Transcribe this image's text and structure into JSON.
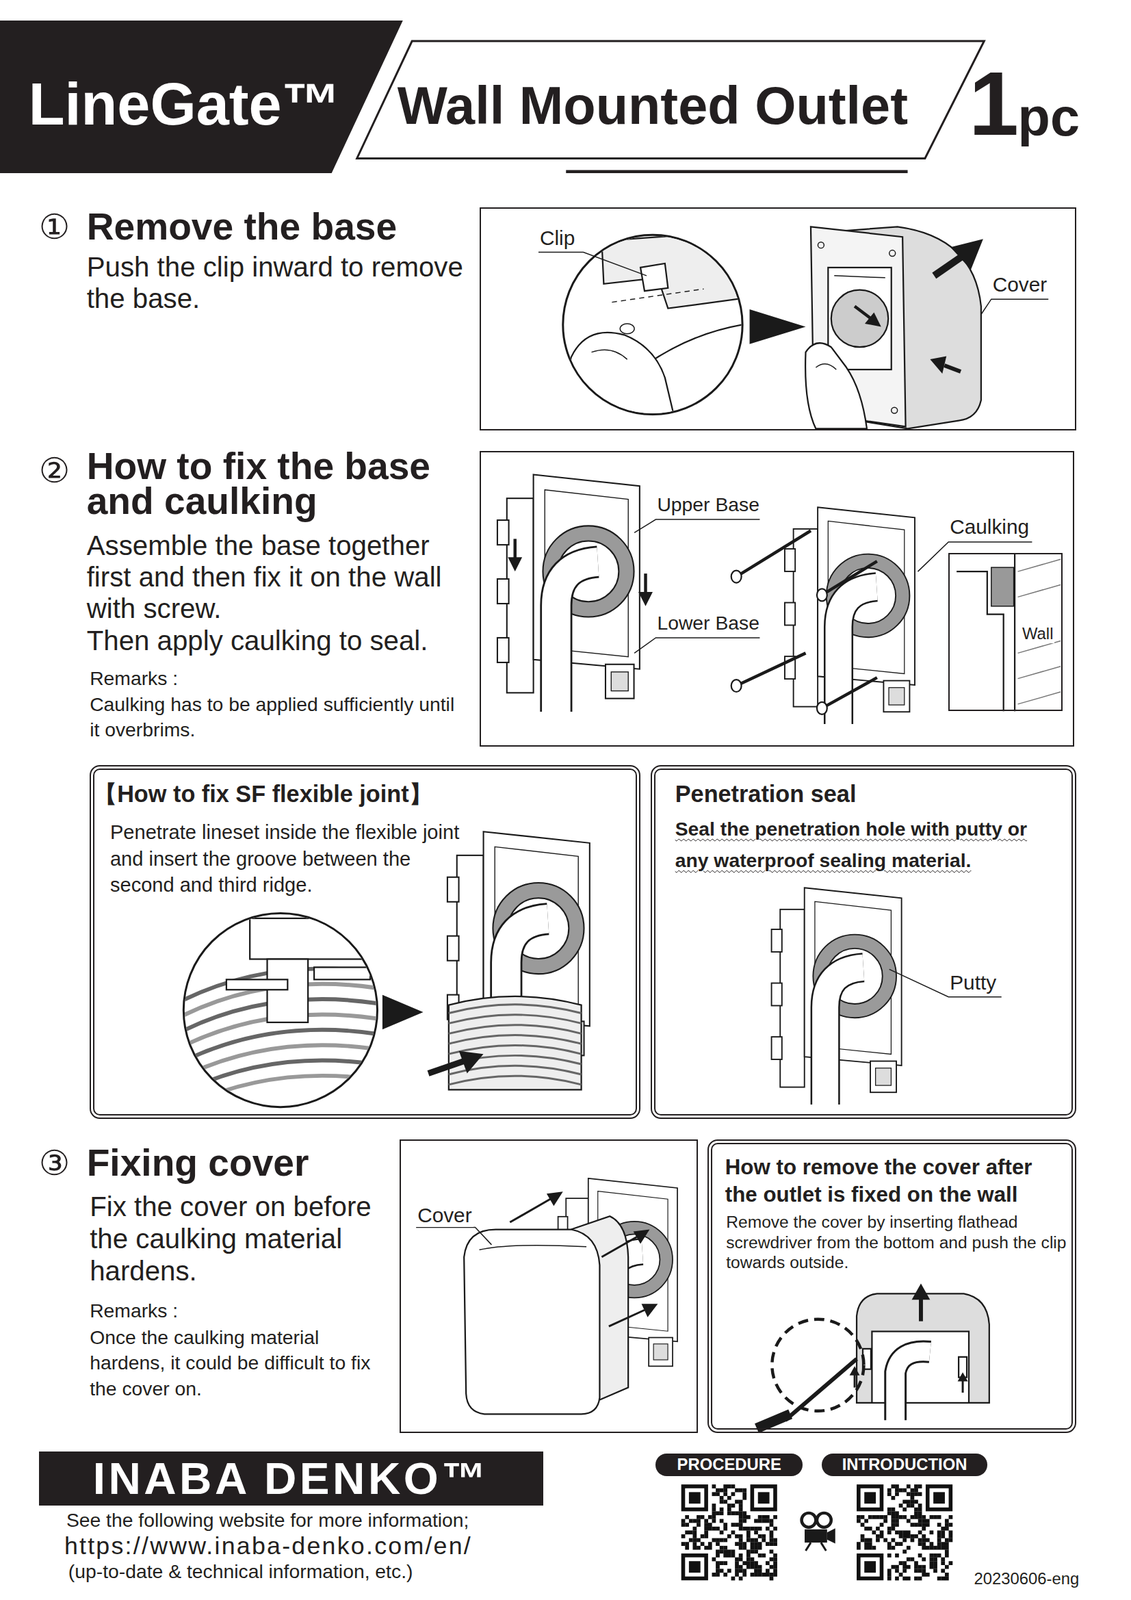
{
  "diagram": {
    "title": "Wall Mounted Outlet",
    "nodes": [
      {
        "text": [
          "LineGate™"
        ]
      },
      {
        "text": [
          "Clip",
          "Cover"
        ]
      },
      {
        "text": [
          "Upper Base",
          "Lower Base",
          "Caulking"
        ]
      },
      {
        "text": [
          "Wall"
        ],
        "in": 2
      },
      {
        "text": [
          "【How to fix SF flexible joint】",
          "Penetrate lineset inside the flexible joint and insert the groove between the second and third ridge."
        ]
      },
      {
        "text": [
          "Penetration seal",
          "Seal the penetration hole with putty or any waterproof sealing material.",
          "Putty"
        ]
      },
      {
        "text": [
          "Cover"
        ]
      },
      {
        "text": [
          "How to remove the cover after the outlet is fixed on the wall",
          "Remove the cover by inserting flathead screwdriver from the bottom and push the clip towards outside."
        ]
      },
      {
        "text": [
          "INABA DENKO™"
        ]
      },
      {
        "text": [
          "PROCEDURE"
        ]
      },
      {
        "text": [
          "INTRODUCTION"
        ]
      }
    ],
    "labels": [
      "1",
      "pc",
      "①",
      "Remove the base",
      "Push the clip inward to remove the base.",
      "②",
      "How to fix the base and caulking",
      "Assemble the base together first and then fix it on the wall with screw.",
      "Then apply caulking to seal.",
      "Remarks :",
      "Caulking has to be applied sufficiently until it overbrims.",
      "③",
      "Fixing cover",
      "Fix the cover on before the caulking material hardens.",
      "Remarks :",
      "Once the caulking material hardens, it could be difficult to fix the cover on.",
      "See the following website for more information;",
      "https://www.inaba-denko.com/en/",
      "(up-to-date & technical information, etc.)",
      "20230606-eng"
    ]
  }
}
